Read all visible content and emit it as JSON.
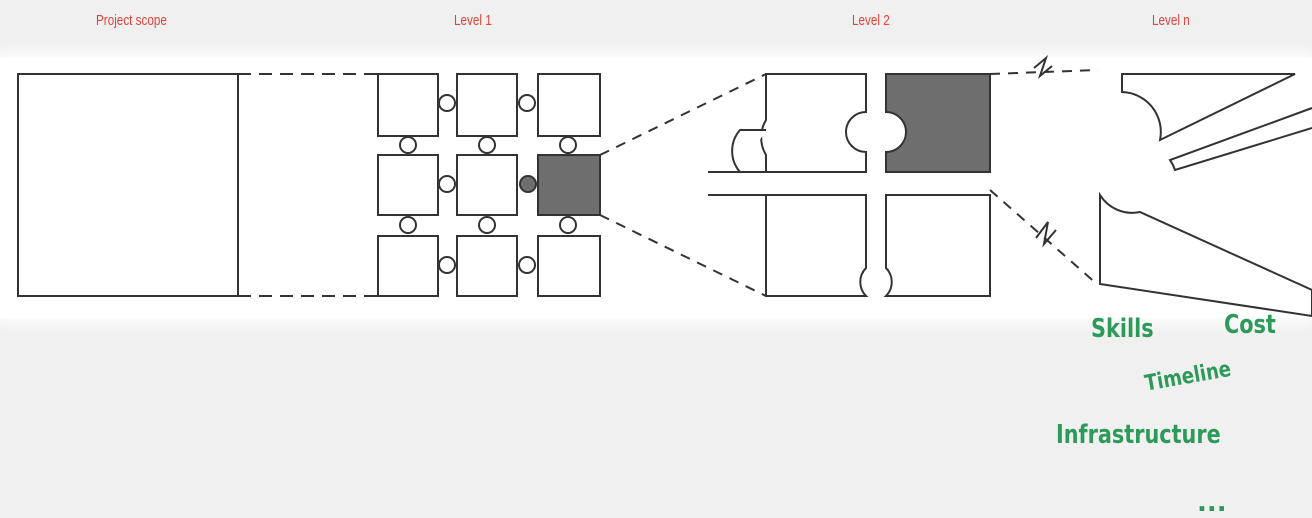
{
  "levels": {
    "scope": "Project scope",
    "level1": "Level 1",
    "level2": "Level 2",
    "leveln": "Level n"
  },
  "dimensions": {
    "skills": "Skills",
    "cost": "Cost",
    "timeline": "Timeline",
    "infrastructure": "Infrastructure",
    "more": "..."
  },
  "colors": {
    "label_red": "#e0433a",
    "dimension_green": "#2e9a5a",
    "highlight_piece": "#6e6e6e",
    "line": "#333333"
  }
}
